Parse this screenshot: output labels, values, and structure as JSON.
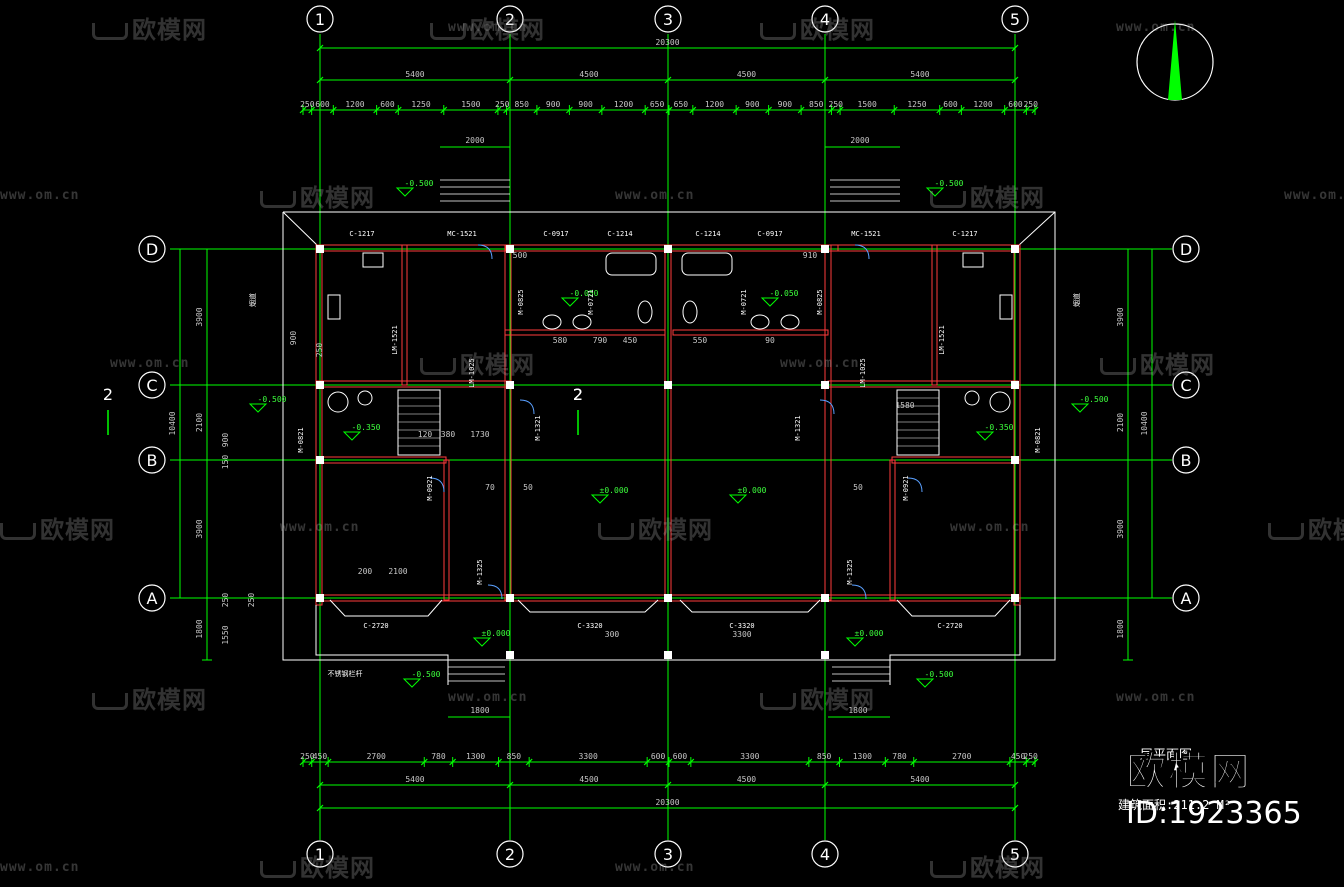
{
  "drawing": {
    "axes_x": [
      "1",
      "2",
      "3",
      "4",
      "5"
    ],
    "axes_y": [
      "D",
      "C",
      "B",
      "A"
    ],
    "overall_dim": "20300",
    "bay_dims": [
      "5400",
      "4500",
      "4500",
      "5400"
    ],
    "top_detail_dims": [
      "250",
      "600",
      "1200",
      "600",
      "1250",
      "1500",
      "250",
      "850",
      "900",
      "900",
      "1200",
      "650",
      "650",
      "1200",
      "900",
      "900",
      "850",
      "250",
      "1500",
      "1250",
      "600",
      "1200",
      "600",
      "250"
    ],
    "bottom_detail_dims": [
      "250",
      "450",
      "2700",
      "780",
      "1300",
      "850",
      "3300",
      "600",
      "600",
      "3300",
      "850",
      "1300",
      "780",
      "2700",
      "450",
      "250"
    ],
    "left_dims": [
      "3900",
      "2100",
      "3900",
      "1800"
    ],
    "left_total": "10400",
    "left_sub_dims": [
      "900",
      "250",
      "900",
      "150",
      "250",
      "250",
      "1550"
    ],
    "entry_dims": [
      "2000",
      "2000",
      "1800",
      "1800"
    ],
    "section_mark": "2",
    "levels": [
      "-0.500",
      "-0.500",
      "-0.050",
      "-0.050",
      "-0.500",
      "-0.500",
      "-0.350",
      "-0.350",
      "±0.000",
      "±0.000",
      "±0.000",
      "±0.000",
      "-0.500",
      "-0.500"
    ],
    "rooms": {
      "window_top": [
        "C-1217",
        "MC-1521",
        "C-0917",
        "C-1214",
        "C-1214",
        "C-0917",
        "MC-1521",
        "C-1217"
      ],
      "window_bottom": [
        "C-2720",
        "C-3320",
        "C-3320",
        "C-2720"
      ],
      "doors": [
        "LM-1521",
        "M-0825",
        "M-0721",
        "M-0721",
        "M-0825",
        "LM-1521",
        "LM-1025",
        "LM-1025",
        "M-1321",
        "M-1321",
        "M-0921",
        "M-0921",
        "M-0821",
        "M-0821",
        "M-1325",
        "M-1325"
      ],
      "notes": [
        "烟道",
        "烟道",
        "不锈钢栏杆"
      ]
    },
    "misc_dims": [
      "120",
      "380",
      "1730",
      "1580",
      "70",
      "50",
      "50",
      "200",
      "2100",
      "300",
      "3300",
      "500",
      "910",
      "580",
      "790",
      "450",
      "550",
      "90"
    ],
    "title": "层平面图",
    "area_text": "建筑面积:211.2 M²"
  },
  "watermark": {
    "brand": "欧模网",
    "url": "www.om.cn",
    "id": "ID:1923365"
  },
  "colors": {
    "background": "#000000",
    "axis_line": "#00ff00",
    "wall": "#ff3b3b",
    "dim_line": "#00ff00",
    "text": "#c8c8c8",
    "fixture": "#ffffff",
    "north_arrow": "#00ff00"
  }
}
